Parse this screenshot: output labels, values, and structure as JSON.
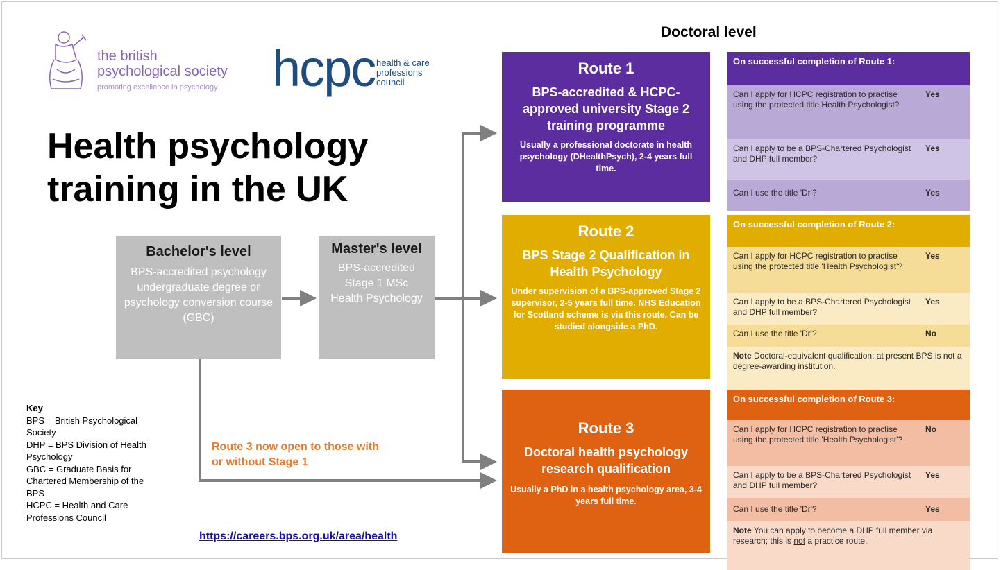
{
  "logos": {
    "bps_line1": "the british",
    "bps_line2": "psychological society",
    "bps_tagline": "promoting excellence in psychology",
    "hcpc_mark": "hcpc",
    "hcpc_line1": "health & care",
    "hcpc_line2": "professions",
    "hcpc_line3": "council"
  },
  "title": {
    "line1": "Health psychology",
    "line2": "training in the UK"
  },
  "doctoral_heading": "Doctoral level",
  "bachelor": {
    "heading": "Bachelor's level",
    "body": "BPS-accredited psychology undergraduate degree or psychology conversion course (GBC)"
  },
  "master": {
    "heading": "Master's level",
    "body": "BPS-accredited Stage 1 MSc Health Psychology"
  },
  "routes": [
    {
      "title": "Route 1",
      "name": "BPS-accredited & HCPC-approved university Stage 2 training programme",
      "desc": "Usually a professional doctorate in health psychology (DHealthPsych), 2-4 years full time."
    },
    {
      "title": "Route 2",
      "name": "BPS Stage 2 Qualification in Health Psychology",
      "desc": "Under supervision of a BPS-approved Stage 2 supervisor, 2-5 years full time. NHS Education for Scotland scheme is via this route. Can be studied alongside a PhD."
    },
    {
      "title": "Route 3",
      "name": "Doctoral health psychology research qualification",
      "desc": "Usually a PhD in a health psychology area, 3-4 years full time."
    }
  ],
  "panels": [
    {
      "header": "On successful completion of Route 1:",
      "rows": [
        {
          "q": "Can I apply for HCPC registration to practise using the protected title Health Psychologist?",
          "a": "Yes"
        },
        {
          "q": "Can I apply to be a BPS-Chartered Psychologist and DHP full member?",
          "a": "Yes"
        },
        {
          "q": "Can I use the title 'Dr'?",
          "a": "Yes"
        }
      ]
    },
    {
      "header": "On successful completion of Route 2:",
      "rows": [
        {
          "q": "Can I apply for HCPC registration to practise using the protected title 'Health Psychologist'?",
          "a": "Yes"
        },
        {
          "q": "Can I apply to be a BPS-Chartered Psychologist and DHP full member?",
          "a": "Yes"
        },
        {
          "q": "Can I use the title 'Dr'?",
          "a": "No"
        }
      ],
      "note_label": "Note",
      "note_text": " Doctoral-equivalent qualification: at present BPS is not a degree-awarding institution."
    },
    {
      "header": "On successful completion of Route 3:",
      "rows": [
        {
          "q": "Can I apply for HCPC registration to practise using the protected title 'Health Psychologist'?",
          "a": "No"
        },
        {
          "q": "Can I apply to be a BPS-Chartered Psychologist and DHP full member?",
          "a": "Yes"
        },
        {
          "q": "Can I use the title 'Dr'?",
          "a": "Yes"
        }
      ],
      "note_label": "Note",
      "note_pre": " You can apply to become a DHP full member via research; this is ",
      "note_not": "not",
      "note_post": " a practice route."
    }
  ],
  "route3_open": "Route 3 now open to those with or without Stage 1",
  "key": {
    "heading": "Key",
    "lines": [
      "BPS = British Psychological Society",
      "DHP = BPS Division of Health Psychology",
      "GBC = Graduate Basis for Chartered Membership of the BPS",
      "HCPC = Health and Care Professions Council"
    ]
  },
  "link": "https://careers.bps.org.uk/area/health",
  "colors": {
    "route1": "#5b2d9e",
    "route2": "#e1ae00",
    "route3": "#df6212",
    "arrow": "#808080",
    "gray_box": "#bfbfbf"
  }
}
